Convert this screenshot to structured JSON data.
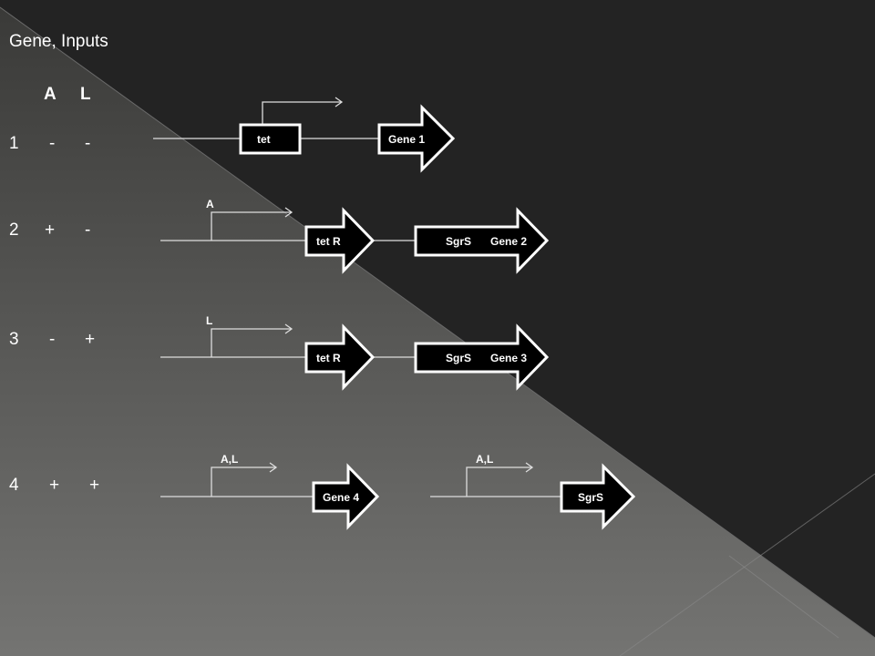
{
  "slide": {
    "heading": "Gene, Inputs",
    "input_headers": [
      "A",
      "L"
    ],
    "rows": [
      {
        "gene": "1",
        "a": "-",
        "l": "-"
      },
      {
        "gene": "2",
        "a": "+",
        "l": "-"
      },
      {
        "gene": "3",
        "a": "-",
        "l": "+"
      },
      {
        "gene": "4",
        "a": "+",
        "l": "+"
      }
    ]
  },
  "constructs": {
    "row1": {
      "promoter_box": "tet",
      "gene": "Gene 1"
    },
    "row2": {
      "promoter_label": "A",
      "repressor": "tet R",
      "srna": "SgrS",
      "gene": "Gene 2"
    },
    "row3": {
      "promoter_label": "L",
      "repressor": "tet R",
      "srna": "SgrS",
      "gene": "Gene 3"
    },
    "row4": {
      "promoter_label_a": "A,L",
      "gene": "Gene 4",
      "promoter_label_b": "A,L",
      "srna": "SgrS"
    }
  },
  "colors": {
    "background": "#222222",
    "light_region_top": "#3a3a38",
    "light_region_bottom": "#727270",
    "stroke": "#ffffff",
    "part_fill": "#000000"
  }
}
